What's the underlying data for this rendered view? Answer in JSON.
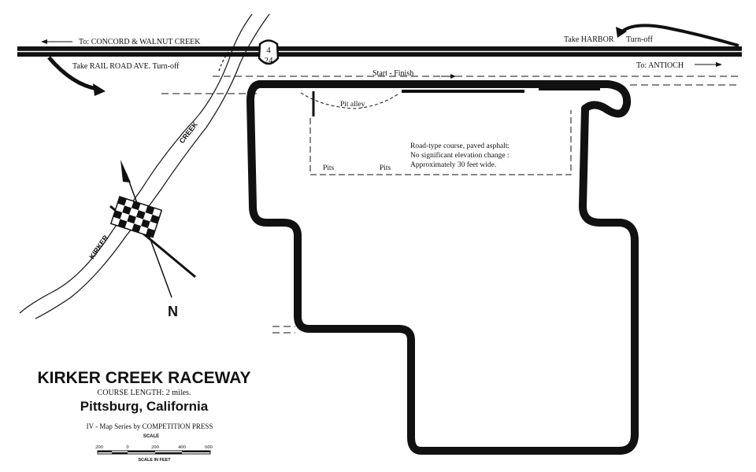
{
  "title": "KIRKER CREEK RACEWAY",
  "course_length": "COURSE LENGTH: 2 miles.",
  "location": "Pittsburg, California",
  "map_series": "IV - Map Series by COMPETITION PRESS",
  "scale": {
    "label": "SCALE",
    "ticks": [
      "200",
      "0",
      "200",
      "400",
      "600"
    ],
    "unit_label": "SCALE IN FEET"
  },
  "highway": {
    "shield_top": "4",
    "shield_bottom": "24",
    "west_label": "To: CONCORD & WALNUT CREEK",
    "east_label": "To: ANTIOCH",
    "railroad_turnoff": "Take RAIL ROAD AVE. Turn-off",
    "harbor_turnoff_a": "Take HARBOR",
    "harbor_turnoff_b": "Turn-off"
  },
  "track": {
    "start_finish": "Start - Finish",
    "pit_alley": "Pit alley",
    "pits_1": "Pits",
    "pits_2": "Pits",
    "notes": [
      "Road-type course, paved asphalt:",
      "No significant elevation change :",
      "Approximately 30 feet wide."
    ]
  },
  "creek_labels": [
    "CREEK",
    "KIRKER"
  ],
  "north_label": "N",
  "colors": {
    "ink": "#111111",
    "paper": "#ffffff"
  },
  "icons": [
    "checkered-flag-icon",
    "north-arrow-icon",
    "highway-shield-icon"
  ]
}
